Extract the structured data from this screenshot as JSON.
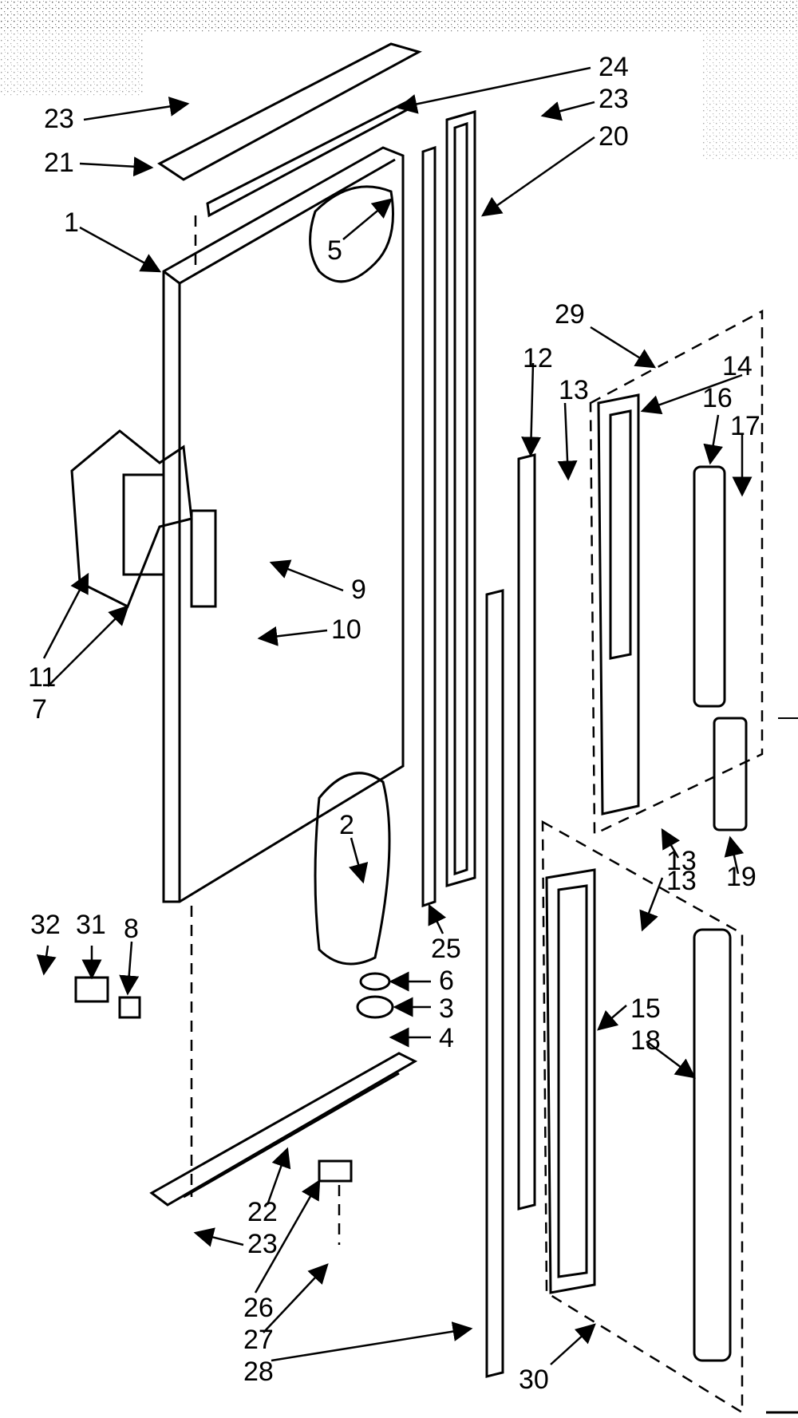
{
  "callouts": [
    "1",
    "2",
    "3",
    "4",
    "5",
    "6",
    "7",
    "8",
    "9",
    "10",
    "11",
    "12",
    "13",
    "13",
    "13",
    "14",
    "15",
    "16",
    "17",
    "18",
    "19",
    "20",
    "21",
    "22",
    "23",
    "23",
    "23",
    "24",
    "25",
    "26",
    "27",
    "28",
    "29",
    "30",
    "31",
    "32"
  ],
  "colors": {
    "ink": "#000000",
    "paper": "#ffffff",
    "speckle": "#888888"
  }
}
